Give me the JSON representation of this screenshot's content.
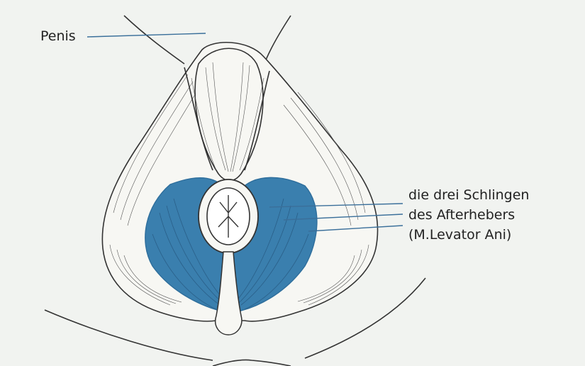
{
  "labels": {
    "penis": "Penis",
    "levator_line1": "die drei Schlingen",
    "levator_line2": "des Afterhebers",
    "levator_line3": "(M.Levator Ani)"
  },
  "colors": {
    "background": "#f1f3f0",
    "muscle_blue": "#3a7fae",
    "muscle_blue_dark": "#2e6e9c",
    "outline": "#333333",
    "leader_line": "#3a6f9a",
    "tissue_fill": "#f7f7f3"
  }
}
